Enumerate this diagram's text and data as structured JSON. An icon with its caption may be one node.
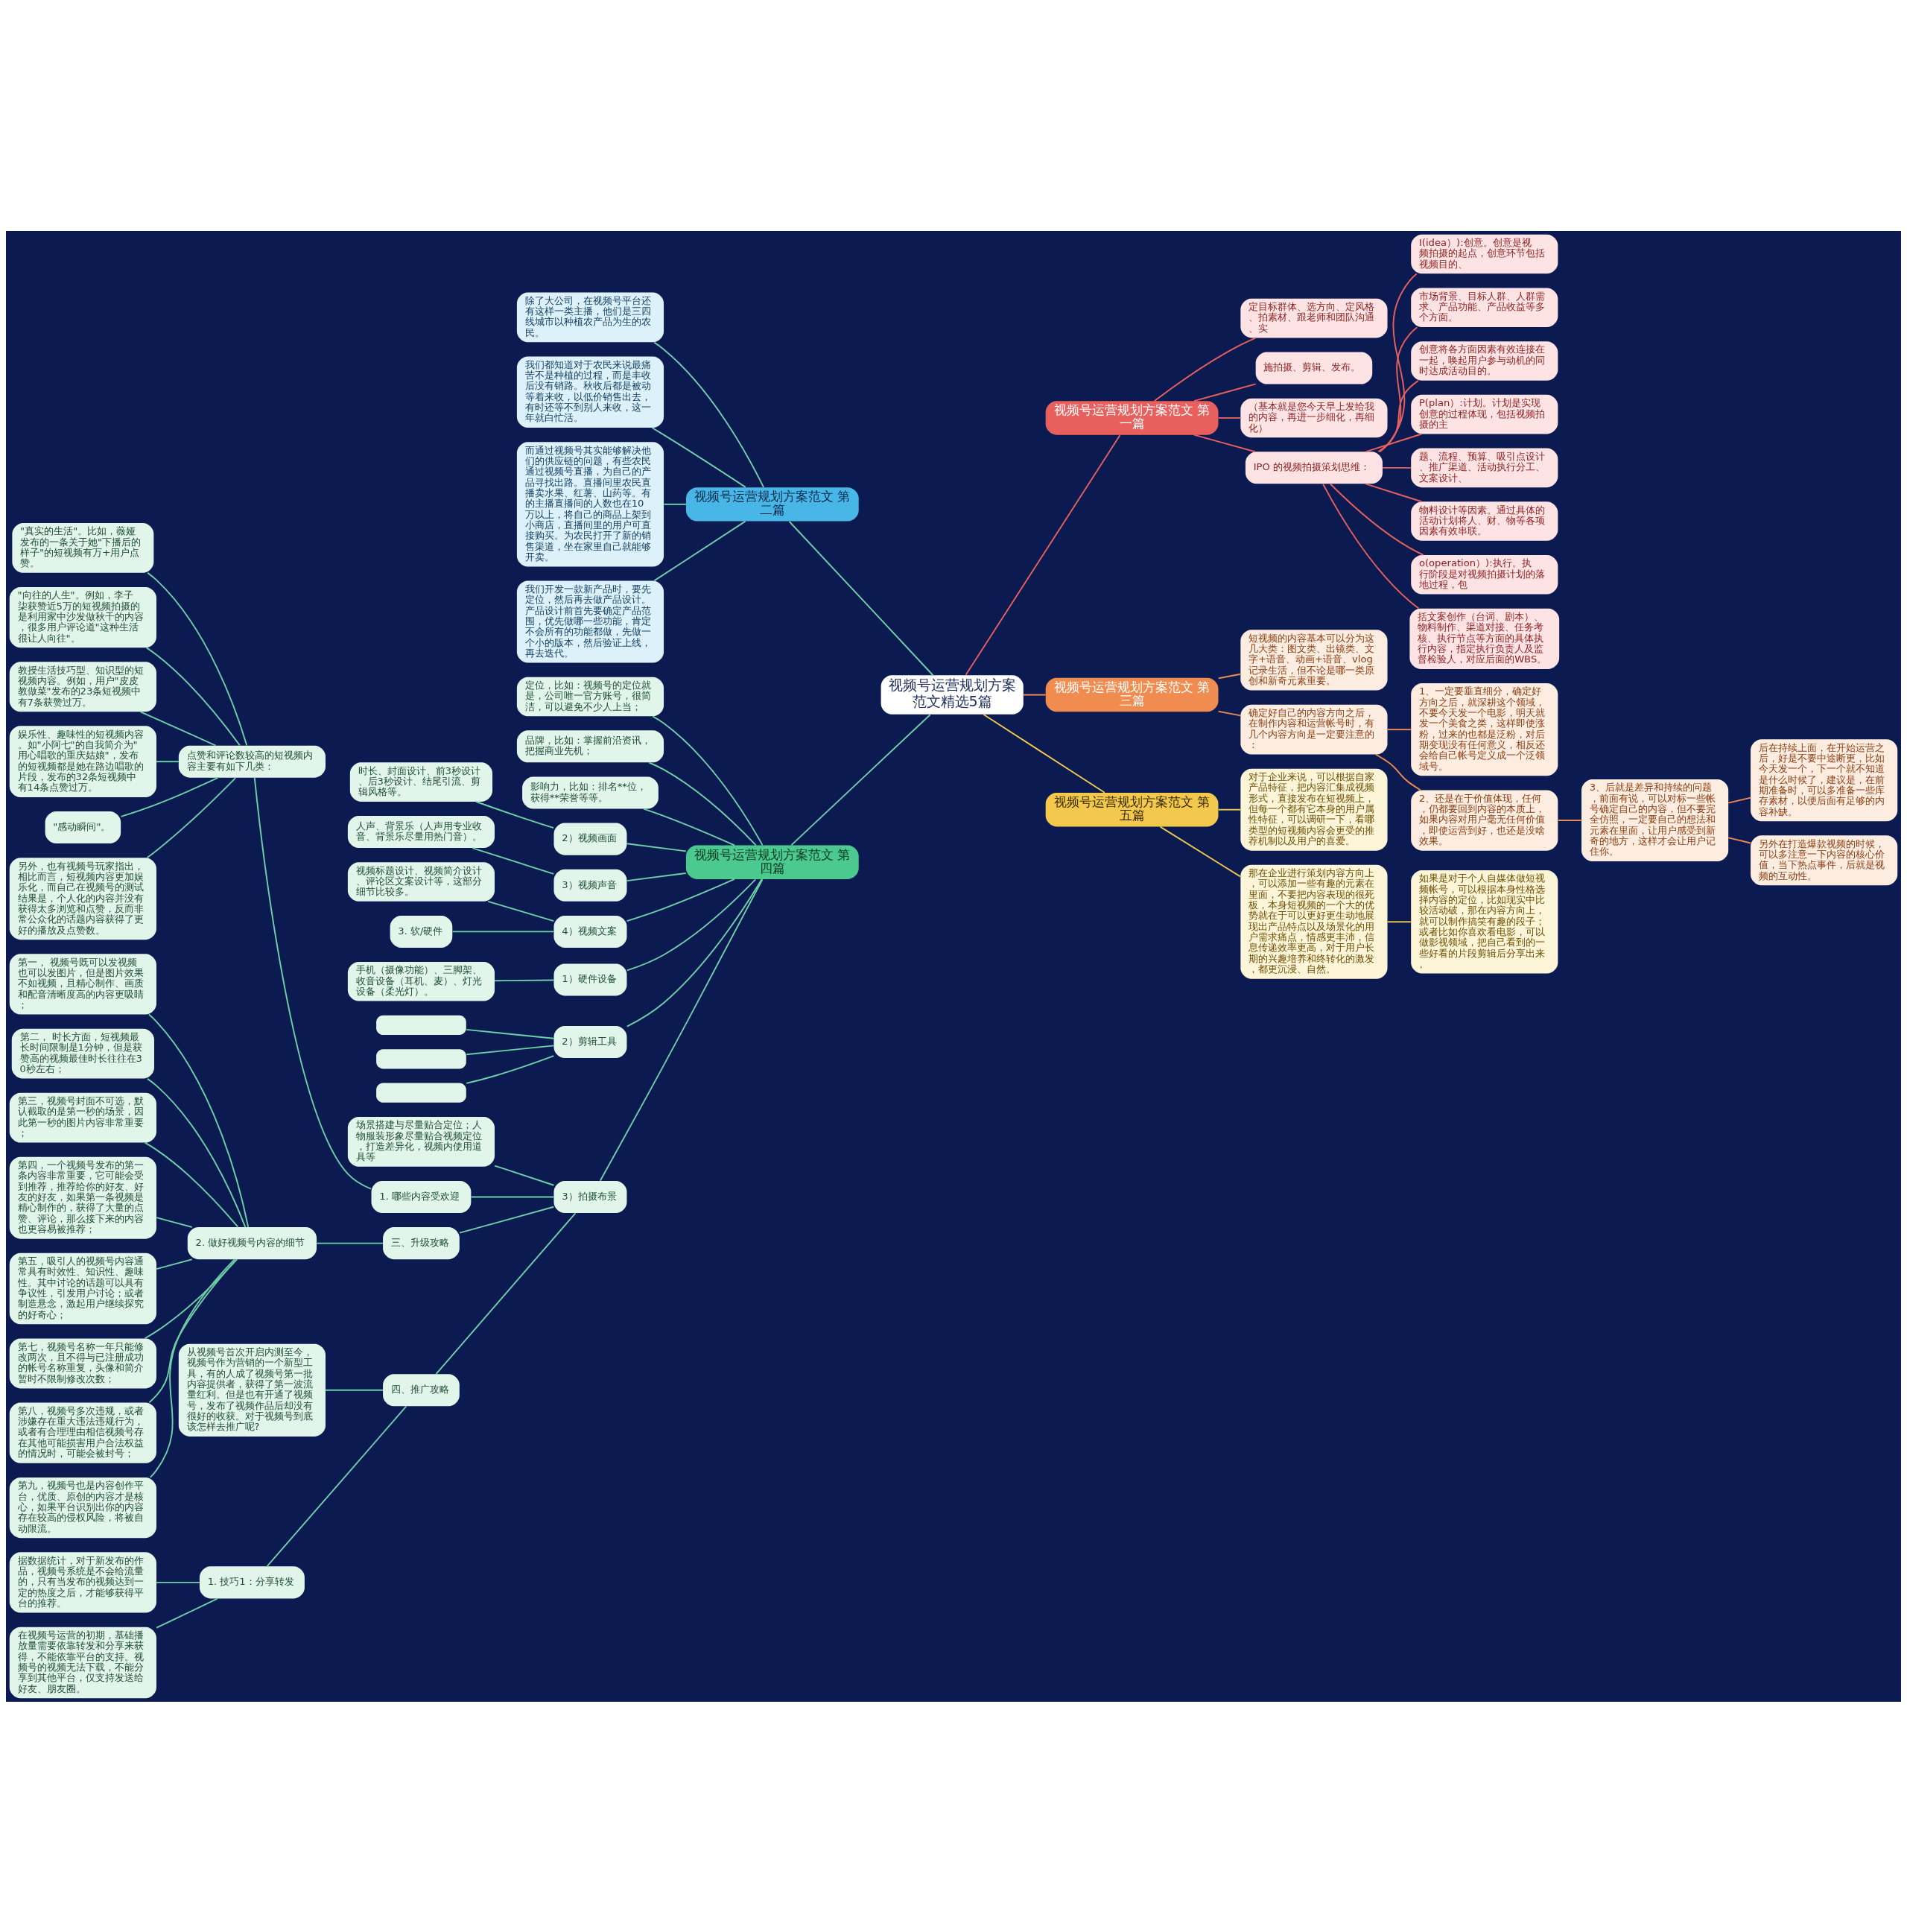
{
  "diagram": {
    "nodes": [
      {
        "text": [
          "视频号运营规划方案范文精选5篇"
        ]
      },
      {
        "text": [
          "视频号运营规划方案范文 第一篇"
        ]
      },
      {
        "text": [
          "定目标群体、选方向、定风格、拍素材、跟老师和团队沟通、实"
        ]
      },
      {
        "text": [
          "施拍摄、剪辑、发布。"
        ]
      },
      {
        "text": [
          "（基本就是您今天早上发给我的内容，再进一步细化，再细化）"
        ]
      },
      {
        "text": [
          "IPO 的视频拍摄策划思维："
        ]
      },
      {
        "text": [
          "I(idea）):创意。创意是视频拍摄的起点，创意环节包括视频目的、"
        ]
      },
      {
        "text": [
          "市场背景、目标人群、人群需求、产品功能、产品收益等多个方面。"
        ]
      },
      {
        "text": [
          "创意将各方面因素有效连接在一起，唤起用户参与动机的同时达成活动目的。"
        ]
      },
      {
        "text": [
          "P(plan）:计划。计划是实现创意的过程体现，包括视频拍摄的主"
        ]
      },
      {
        "text": [
          "题、流程、预算、吸引点设计、推广渠道、活动执行分工、文案设计、"
        ]
      },
      {
        "text": [
          "物料设计等因素。通过具体的活动计划将人、财、物等各项因素有效串联。"
        ]
      },
      {
        "text": [
          "o(operation）):执行。执行阶段是对视频拍摄计划的落地过程，包"
        ]
      },
      {
        "text": [
          "括文案创作（台词、剧本）、物料制作、渠道对接、任务考核、执行节点等方面的具体执行内容，指定执行负责人及监督检验人，对应后面的WBS。"
        ]
      },
      {
        "text": [
          "视频号运营规划方案范文 第三篇"
        ]
      },
      {
        "text": [
          "短视频的内容基本可以分为这几大类：图文类、出镜类、文字+语音、动画+语音、vlog记录生活，但不论是哪一类原创和新奇元素重要。"
        ]
      },
      {
        "text": [
          "确定好自己的内容方向之后，在制作内容和运营帐号时，有几个内容方向是一定要注意的："
        ]
      },
      {
        "text": [
          "1、一定要垂直细分，确定好方向之后，就深耕这个领域，不要今天发一个电影，明天就发一个美食之类，这样即使涨粉，过来的也都是泛粉，对后期变现没有任何意义，相反还会给自己帐号定义成一个泛领域号。"
        ]
      },
      {
        "text": [
          "2、还是在于价值体现，任何，仍都要回到内容的本质上，如果内容对用户毫无任何价值，即使运营到好，也还是没啥效果。"
        ]
      },
      {
        "text": [
          "3、后就是差异和持续的问题，前面有说，可以对标一些帐号确定自己的内容，但不要完全仿照，一定要自己的想法和元素在里面，让用户感受到新奇的地方，这样才会让用户记住你。"
        ]
      },
      {
        "text": [
          "后在持续上面，在开始运营之后，好是不要中途断更，比如今天发一个，下一个就不知道是什么时候了，建议是，在前期准备时，可以多准备一些库存素材，以便后面有足够的内容补缺。"
        ]
      },
      {
        "text": [
          "另外在打造爆款视频的时候，可以多注意一下内容的核心价值，当下热点事件，后就是视频的互动性。"
        ]
      },
      {
        "text": [
          "视频号运营规划方案范文 第五篇"
        ]
      },
      {
        "text": [
          "对于企业来说，可以根据自家产品特征，把内容汇集成视频形式，直接发布在短视频上，但每一个都有它本身的用户属性特征，可以调研一下，看哪类型的短视频内容会更受的推荐机制以及用户的喜爱。"
        ]
      },
      {
        "text": [
          "那在企业进行策划内容方向上，可以添加一些有趣的元素在里面，不要把内容表现的很死板，本身短视频的一个大的优势就在于可以更好更生动地展现出产品特点以及场景化的用户需求痛点，情感更丰沛，信息传递效率更高，对于用户长期的兴趣培养和终转化的激发，都更沉浸、自然。"
        ]
      },
      {
        "text": [
          "如果是对于个人自媒体做短视频帐号，可以根据本身性格选择内容的定位，比如现实中比较活动破，那在内容方向上，就可以制作搞笑有趣的段子；或者比如你喜欢看电影，可以做影视领域，把自己看到的一些好看的片段剪辑后分享出来。"
        ]
      },
      {
        "text": [
          "视频号运营规划方案范文 第二篇"
        ]
      },
      {
        "text": [
          "除了大公司，在视频号平台还有这样一类主播，他们是三四线城市以种植农产品为生的农民。"
        ]
      },
      {
        "text": [
          "我们都知道对于农民来说最痛苦不是种植的过程，而是丰收后没有销路。秋收后都是被动等着来收，以低价销售出去，有时还等不到别人来收，这一年就白忙活。"
        ]
      },
      {
        "text": [
          "而通过视频号其实能够解决他们的供应链的问题，有些农民通过视频号直播，为自己的产品寻找出路。直播间里农民直播卖水果、红薯、山药等。有的主播直播间的人数也在10万以上，将自己的商品上架到小商店，直播间里的用户可直接购买。为农民打开了新的销售渠道，坐在家里自己就能够开卖。"
        ]
      },
      {
        "text": [
          "我们开发一款新产品时，要先定位，然后再去做产品设计。产品设计前首先要确定产品范围，优先做哪一些功能，肯定不会所有的功能都做，先做一个小的版本，然后验证上线，再去迭代。"
        ]
      },
      {
        "text": [
          "视频号运营规划方案范文 第四篇"
        ]
      },
      {
        "text": [
          "定位，比如：视频号的定位就是，公司唯一官方账号，很简洁，可以避免不少人上当；"
        ]
      },
      {
        "text": [
          "品牌，比如：掌握前沿资讯，把握商业先机；"
        ]
      },
      {
        "text": [
          "影响力，比如：排名**位，获得**荣誉等等。"
        ]
      },
      {
        "text": [
          "2）视频画面"
        ]
      },
      {
        "text": [
          "时长、封面设计、前3秒设计、后3秒设计、结尾引流、剪辑风格等。"
        ]
      },
      {
        "text": [
          "3）视频声音"
        ]
      },
      {
        "text": [
          "人声、背景乐（人声用专业收音、背景乐尽量用热门音）。"
        ]
      },
      {
        "text": [
          "4）视频文案"
        ]
      },
      {
        "text": [
          "视频标题设计、视频简介设计、评论区文案设计等，这部分细节比较多。"
        ]
      },
      {
        "text": [
          "3. 软/硬件"
        ]
      },
      {
        "text": [
          "1）硬件设备"
        ]
      },
      {
        "text": [
          "手机（摄像功能）、三脚架、收音设备（耳机、麦）、灯光设备（柔光灯）。"
        ]
      },
      {
        "text": [
          "2）剪辑工具"
        ]
      },
      {
        "text": [],
        "shape": "box"
      },
      {
        "text": [],
        "shape": "box"
      },
      {
        "text": [],
        "shape": "box"
      },
      {
        "text": [
          "场景搭建与尽量贴合定位；人物服装形象尽量贴合视频定位，打造差异化，视频内使用道具等"
        ]
      },
      {
        "text": [
          "3）拍摄布景"
        ]
      },
      {
        "text": [
          "1. 哪些内容受欢迎"
        ]
      },
      {
        "text": [
          "点赞和评论数较高的短视频内容主要有如下几类："
        ]
      },
      {
        "text": [
          "\"真实的生活\"。比如，薇娅发布的一条关于她\"下播后的样子\"的短视频有万+用户点赞。"
        ]
      },
      {
        "text": [
          "\"向往的人生\"。例如，李子柒获赞近5万的短视频拍摄的是利用家中沙发做秋千的内容，很多用户评论道\"这种生活很让人向往\"。"
        ]
      },
      {
        "text": [
          "教授生活技巧型、知识型的短视频内容。例如，用户\"皮皮教做菜\"发布的23条短视频中有7条获赞过万。"
        ]
      },
      {
        "text": [
          "娱乐性、趣味性的短视频内容。如\"小阿七\"的自我简介为\"用心唱歌的重庆姑娘\"，发布的短视频都是她在路边唱歌的片段，发布的32条短视频中有14条点赞过万。"
        ]
      },
      {
        "text": [
          "\"感动瞬间\"。"
        ]
      },
      {
        "text": [
          "另外，也有视频号玩家指出，相比而言，短视频内容更加娱乐化，而自己在视频号的测试结果是，个人化的内容并没有获得太多浏览和点赞，反而非常公众化的话题内容获得了更好的播放及点赞数。"
        ]
      },
      {
        "text": [
          "三、升级攻略"
        ]
      },
      {
        "text": [
          "2. 做好视频号内容的细节"
        ]
      },
      {
        "text": [
          "第一， 视频号既可以发视频也可以发图片，但是图片效果不如视频，且精心制作、画质和配音清晰度高的内容更吸睛；"
        ]
      },
      {
        "text": [
          "第二， 时长方面，短视频最长时间限制是1分钟，但是获赞高的视频最佳时长往往在30秒左右；"
        ]
      },
      {
        "text": [
          "第三，视频号封面不可选，默认截取的是第一秒的场景，因此第一秒的图片内容非常重要；"
        ]
      },
      {
        "text": [
          "第四，一个视频号发布的第一条内容非常重要，它可能会受到推荐，推荐给你的好友、好友的好友，如果第一条视频是精心制作的，获得了大量的点赞、评论，那么接下来的内容也更容易被推荐；"
        ]
      },
      {
        "text": [
          "第五，吸引人的视频号内容通常具有时效性、知识性、趣味性。其中讨论的话题可以具有争议性，引发用户讨论；或者制造悬念，激起用户继续探究的好奇心；"
        ]
      },
      {
        "text": [
          "第七，视频号名称一年只能修改两次，且不得与已注册成功的帐号名称重复，头像和简介暂时不限制修改次数；"
        ]
      },
      {
        "text": [
          "第八，视频号多次违规，或者涉嫌存在重大违法违规行为，或者有合理理由相信视频号存在其他可能损害用户合法权益的情况时，可能会被封号；"
        ]
      },
      {
        "text": [
          "第九，视频号也是内容创作平台，优质、原创的内容才是核心，如果平台识别出你的内容存在较高的侵权风险，将被自动限流。"
        ]
      },
      {
        "text": [
          "四、推广攻略"
        ]
      },
      {
        "text": [
          "从视频号首次开启内测至今，视频号作为营销的一个新型工具，有的人成了视频号第一批内容提供者，获得了第一波流量红利。但是也有开通了视频号，发布了视频作品后却没有很好的收获。对于视频号到底该怎样去推广呢?"
        ]
      },
      {
        "text": [
          "1. 技巧1：分享转发"
        ]
      },
      {
        "text": [
          "据数据统计，对于新发布的作品，视频号系统是不会给流量的，只有当发布的视频达到一定的热度之后，才能够获得平台的推荐。"
        ]
      },
      {
        "text": [
          "在视频号运营的初期，基础播放量需要依靠转发和分享来获得，不能依靠平台的支持。视频号的视频无法下载，不能分享到其他平台，仅支持发送给好友、朋友圈。"
        ]
      }
    ],
    "edges": [
      {
        "from": 0,
        "to": 1,
        "arrow": "none",
        "color": "#e8605d"
      },
      {
        "from": 1,
        "to": 2,
        "arrow": "none",
        "color": "#e8605d"
      },
      {
        "from": 1,
        "to": 3,
        "arrow": "none",
        "color": "#e8605d"
      },
      {
        "from": 1,
        "to": 4,
        "arrow": "none",
        "color": "#e8605d"
      },
      {
        "from": 1,
        "to": 5,
        "arrow": "none",
        "color": "#e8605d"
      },
      {
        "from": 5,
        "to": 6,
        "arrow": "none",
        "color": "#e8605d"
      },
      {
        "from": 5,
        "to": 7,
        "arrow": "none",
        "color": "#e8605d"
      },
      {
        "from": 5,
        "to": 8,
        "arrow": "none",
        "color": "#e8605d"
      },
      {
        "from": 5,
        "to": 9,
        "arrow": "none",
        "color": "#e8605d"
      },
      {
        "from": 5,
        "to": 10,
        "arrow": "none",
        "color": "#e8605d"
      },
      {
        "from": 5,
        "to": 11,
        "arrow": "none",
        "color": "#e8605d"
      },
      {
        "from": 5,
        "to": 12,
        "arrow": "none",
        "color": "#e8605d"
      },
      {
        "from": 5,
        "to": 13,
        "arrow": "none",
        "color": "#e8605d"
      },
      {
        "from": 0,
        "to": 14,
        "arrow": "none",
        "color": "#f08c50"
      },
      {
        "from": 14,
        "to": 15,
        "arrow": "none",
        "color": "#f08c50"
      },
      {
        "from": 14,
        "to": 16,
        "arrow": "none",
        "color": "#f08c50"
      },
      {
        "from": 16,
        "to": 17,
        "arrow": "none",
        "color": "#f08c50"
      },
      {
        "from": 16,
        "to": 18,
        "arrow": "none",
        "color": "#f08c50"
      },
      {
        "from": 18,
        "to": 19,
        "arrow": "none",
        "color": "#f08c50"
      },
      {
        "from": 19,
        "to": 20,
        "arrow": "none",
        "color": "#f08c50"
      },
      {
        "from": 19,
        "to": 21,
        "arrow": "none",
        "color": "#f08c50"
      },
      {
        "from": 0,
        "to": 22,
        "arrow": "none",
        "color": "#f2c94c"
      },
      {
        "from": 22,
        "to": 23,
        "arrow": "none",
        "color": "#f2c94c"
      },
      {
        "from": 22,
        "to": 24,
        "arrow": "none",
        "color": "#f2c94c"
      },
      {
        "from": 24,
        "to": 25,
        "arrow": "none",
        "color": "#f2c94c"
      },
      {
        "from": 0,
        "to": 26,
        "arrow": "none"
      },
      {
        "from": 26,
        "to": 27,
        "arrow": "none"
      },
      {
        "from": 26,
        "to": 28,
        "arrow": "none"
      },
      {
        "from": 26,
        "to": 29,
        "arrow": "none"
      },
      {
        "from": 26,
        "to": 30,
        "arrow": "none"
      },
      {
        "from": 0,
        "to": 31,
        "arrow": "none"
      },
      {
        "from": 31,
        "to": 32,
        "arrow": "none"
      },
      {
        "from": 31,
        "to": 33,
        "arrow": "none"
      },
      {
        "from": 31,
        "to": 34,
        "arrow": "none"
      },
      {
        "from": 31,
        "to": 35,
        "arrow": "none"
      },
      {
        "from": 35,
        "to": 36,
        "arrow": "none"
      },
      {
        "from": 31,
        "to": 37,
        "arrow": "none"
      },
      {
        "from": 37,
        "to": 38,
        "arrow": "none"
      },
      {
        "from": 31,
        "to": 39,
        "arrow": "none"
      },
      {
        "from": 39,
        "to": 40,
        "arrow": "none"
      },
      {
        "from": 39,
        "to": 41,
        "arrow": "none"
      },
      {
        "from": 31,
        "to": 42,
        "arrow": "none"
      },
      {
        "from": 42,
        "to": 43,
        "arrow": "none"
      },
      {
        "from": 31,
        "to": 44,
        "arrow": "none"
      },
      {
        "from": 44,
        "to": 45,
        "arrow": "none"
      },
      {
        "from": 44,
        "to": 46,
        "arrow": "none"
      },
      {
        "from": 44,
        "to": 47,
        "arrow": "none"
      },
      {
        "from": 49,
        "to": 48,
        "arrow": "none"
      },
      {
        "from": 31,
        "to": 49,
        "arrow": "none"
      },
      {
        "from": 49,
        "to": 50,
        "arrow": "none"
      },
      {
        "from": 50,
        "to": 51,
        "arrow": "none"
      },
      {
        "from": 51,
        "to": 52,
        "arrow": "none"
      },
      {
        "from": 51,
        "to": 53,
        "arrow": "none"
      },
      {
        "from": 51,
        "to": 54,
        "arrow": "none"
      },
      {
        "from": 51,
        "to": 55,
        "arrow": "none"
      },
      {
        "from": 51,
        "to": 56,
        "arrow": "none"
      },
      {
        "from": 51,
        "to": 57,
        "arrow": "none"
      },
      {
        "from": 49,
        "to": 58,
        "arrow": "none"
      },
      {
        "from": 58,
        "to": 59,
        "arrow": "none"
      },
      {
        "from": 59,
        "to": 60,
        "arrow": "none"
      },
      {
        "from": 59,
        "to": 61,
        "arrow": "none"
      },
      {
        "from": 59,
        "to": 62,
        "arrow": "none"
      },
      {
        "from": 59,
        "to": 63,
        "arrow": "none"
      },
      {
        "from": 59,
        "to": 64,
        "arrow": "none"
      },
      {
        "from": 59,
        "to": 65,
        "arrow": "none"
      },
      {
        "from": 59,
        "to": 66,
        "arrow": "none"
      },
      {
        "from": 59,
        "to": 67,
        "arrow": "none"
      },
      {
        "from": 49,
        "to": 68,
        "arrow": "none"
      },
      {
        "from": 68,
        "to": 69,
        "arrow": "none"
      },
      {
        "from": 68,
        "to": 70,
        "arrow": "none"
      },
      {
        "from": 70,
        "to": 71,
        "arrow": "none"
      },
      {
        "from": 70,
        "to": 72,
        "arrow": "none"
      }
    ]
  }
}
